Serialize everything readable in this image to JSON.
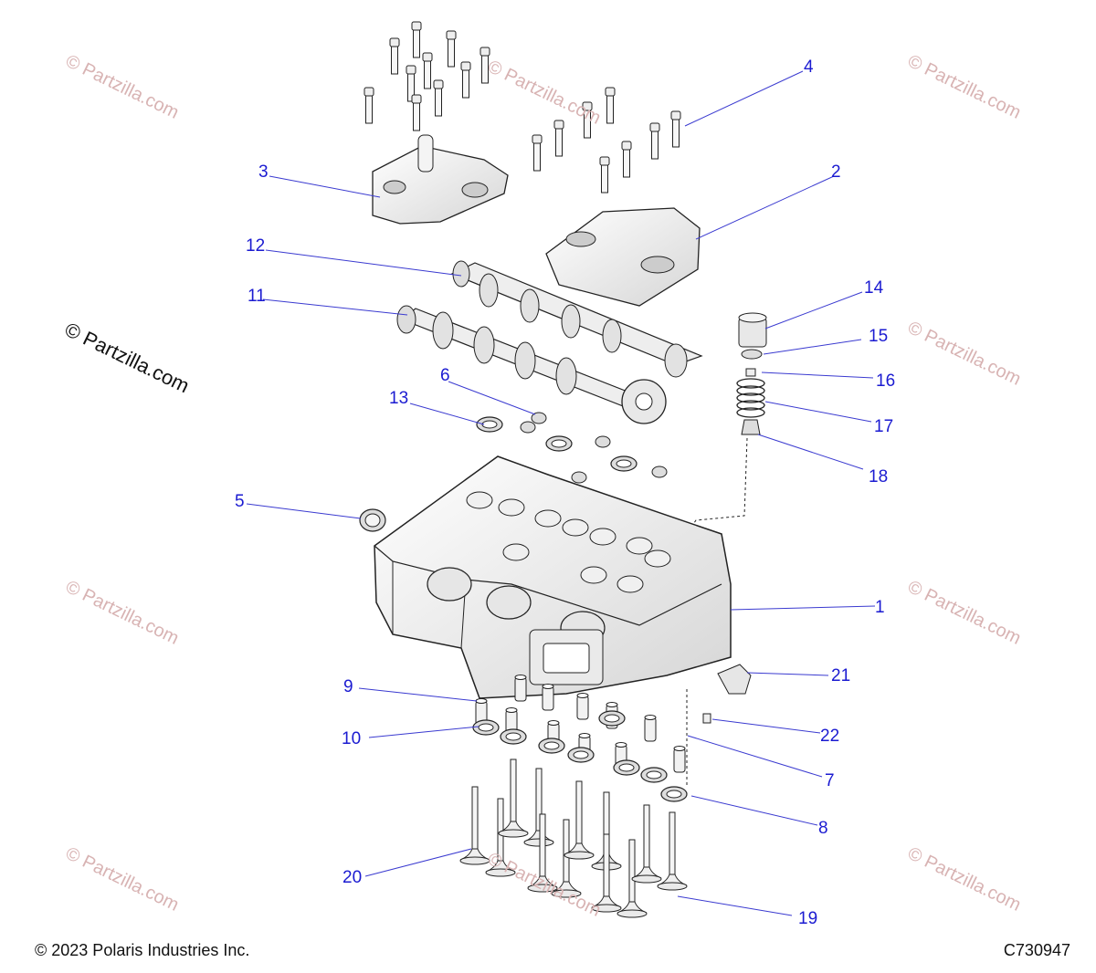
{
  "watermarks": {
    "small": "© Partzilla.com",
    "large": "© Partzilla.com"
  },
  "callouts": {
    "c1": "1",
    "c2": "2",
    "c3": "3",
    "c4": "4",
    "c5": "5",
    "c6": "6",
    "c7": "7",
    "c8": "8",
    "c9": "9",
    "c10": "10",
    "c11": "11",
    "c12": "12",
    "c13": "13",
    "c14": "14",
    "c15": "15",
    "c16": "16",
    "c17": "17",
    "c18": "18",
    "c19": "19",
    "c20": "20",
    "c21": "21",
    "c22": "22"
  },
  "footer": {
    "copyright": "© 2023 Polaris Industries Inc.",
    "code": "C730947"
  },
  "colors": {
    "callout": "#1b1bd1",
    "leader": "#3a3ad0",
    "part_stroke": "#222222",
    "part_fill": "#f4f4f4",
    "watermark": "#d8b3b3"
  }
}
